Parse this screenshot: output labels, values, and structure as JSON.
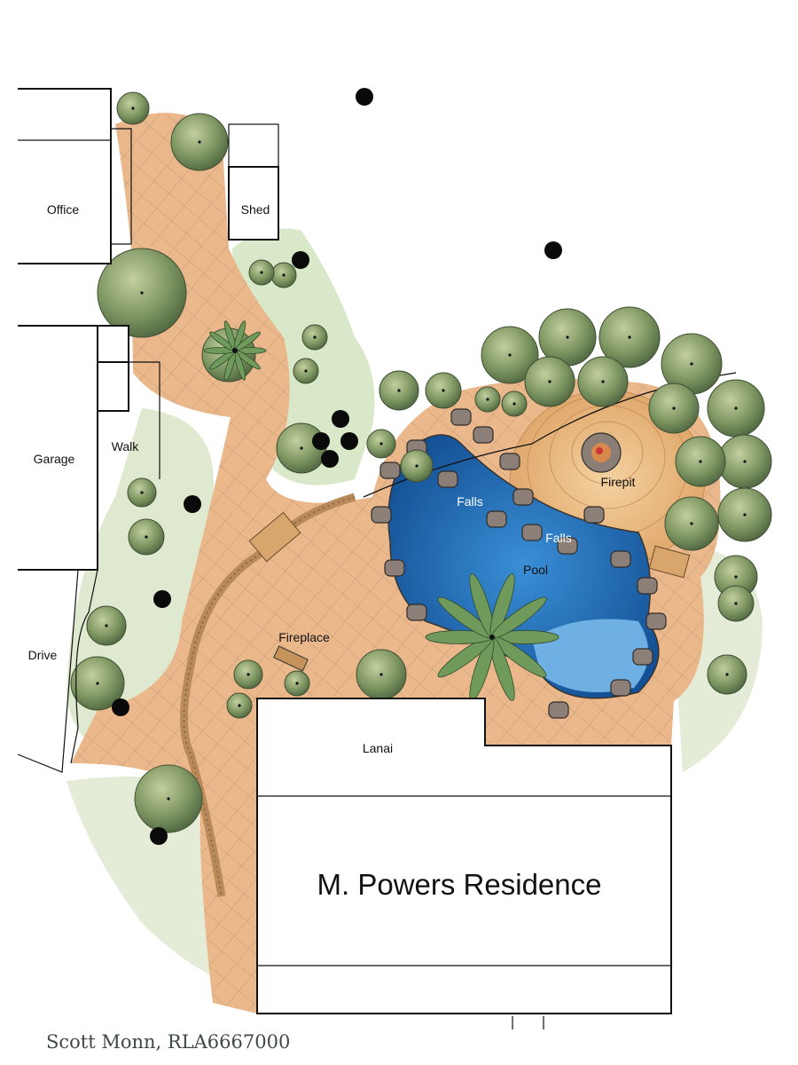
{
  "plan": {
    "title": "M. Powers Residence",
    "signature": "Scott Monn, RLA6667000",
    "labels": {
      "office": "Office",
      "shed": "Shed",
      "garage": "Garage",
      "walk": "Walk",
      "drive": "Drive",
      "fireplace": "Fireplace",
      "lanai": "Lanai",
      "falls_upper": "Falls",
      "falls_lower": "Falls",
      "pool": "Pool",
      "firepit": "Firepit"
    }
  },
  "colors": {
    "paving": "#e9b98a",
    "lawn": "#d6e6c6",
    "pool": "#1f6fb8",
    "tree": "#8ea36a",
    "rock": "#7b6f68"
  }
}
